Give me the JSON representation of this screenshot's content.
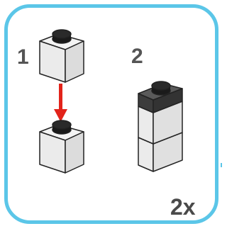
{
  "instruction_panel": {
    "border_color": "#5bc6e8",
    "steps": [
      {
        "number": "1"
      },
      {
        "number": "2"
      }
    ],
    "multiplier": "2x",
    "icons": [
      "brick-1x1-white-icon",
      "arrow-down-red-icon",
      "brick-1x1-dark-cap-icon"
    ],
    "colors": {
      "brick_face": "#f4f4f4",
      "brick_side": "#dcdcdc",
      "brick_outline": "#222222",
      "stud_dark": "#1a1a1a",
      "arrow": "#e2231a",
      "cap_top": "#5a5a5a",
      "cap_side": "#3c3c3c",
      "label": "#555555"
    }
  }
}
